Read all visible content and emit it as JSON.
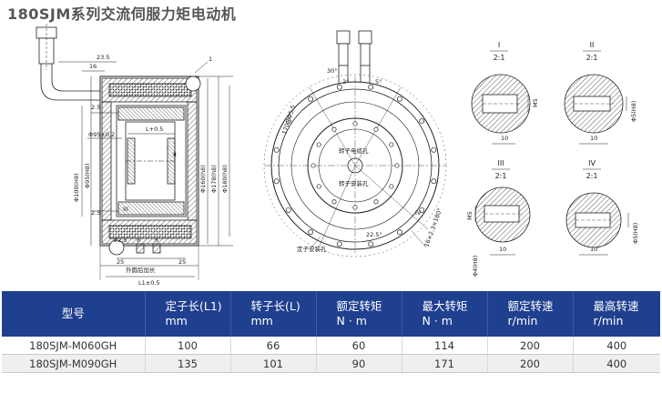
{
  "title": "180SJM系列交流伺服力矩电动机",
  "drawing": {
    "left_view": {
      "dims": [
        "23.5",
        "16",
        "2.5",
        "2.5",
        "Φ95±0.2",
        "L+0.5",
        "Φ100(H8)",
        "Φ95(H8)",
        "Φ178(h8)",
        "Φ180(h8)",
        "Φ160(h8)",
        "25",
        "25",
        "L1±0.5",
        "Φ2.5",
        "8",
        "6"
      ],
      "section_marks": [
        "I",
        "II",
        "III"
      ],
      "callout_number": "1",
      "bottom_note": "外圆后加长"
    },
    "front_view": {
      "dims": [
        "30°",
        "3°",
        "5°",
        "22.5°",
        "170×Φ5.5",
        "16×2.3×180°"
      ],
      "labels": [
        "转子电缆孔",
        "转子安装孔",
        "定子安装孔"
      ],
      "section_marks": [
        "IV"
      ]
    },
    "detail_I": {
      "roman": "I",
      "scale": "2:1",
      "dims": [
        "10",
        "M5"
      ]
    },
    "detail_II": {
      "roman": "II",
      "scale": "2:1",
      "dims": [
        "10",
        "Φ5(H8)"
      ]
    },
    "detail_III": {
      "roman": "III",
      "scale": "2:1",
      "dims": [
        "10",
        "M5",
        "Φ4(H8)"
      ]
    },
    "detail_IV": {
      "roman": "IV",
      "scale": "2:1",
      "dims": [
        "10",
        "Φ5(H8)"
      ]
    }
  },
  "table": {
    "headers": [
      {
        "line1": "型号",
        "line2": ""
      },
      {
        "line1": "定子长(L1)",
        "line2": "mm"
      },
      {
        "line1": "转子长(L)",
        "line2": "mm"
      },
      {
        "line1": "额定转矩",
        "line2": "N · m"
      },
      {
        "line1": "最大转矩",
        "line2": "N · m"
      },
      {
        "line1": "额定转速",
        "line2": "r/min"
      },
      {
        "line1": "最高转速",
        "line2": "r/min"
      }
    ],
    "rows": [
      [
        "180SJM-M060GH",
        "100",
        "66",
        "60",
        "114",
        "200",
        "400"
      ],
      [
        "180SJM-M090GH",
        "135",
        "101",
        "90",
        "171",
        "200",
        "400"
      ]
    ]
  }
}
